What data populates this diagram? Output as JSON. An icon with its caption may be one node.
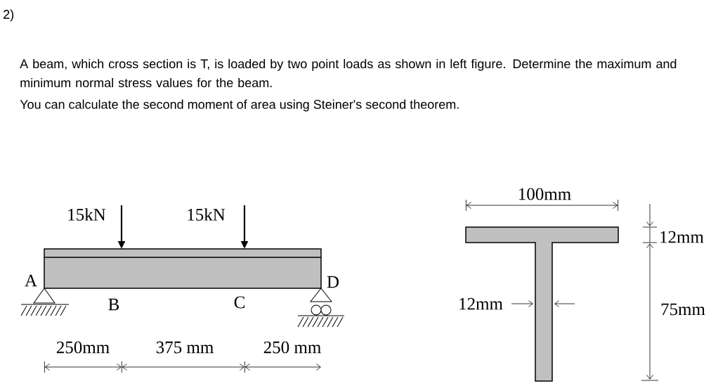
{
  "diagram": {
    "labels": [
      "2)",
      "A beam, which cross section is T, is loaded by two point loads as shown in left figure. Determine the maximum and minimum normal stress values for the beam.",
      "You can calculate the second moment of area using Steiner's second theorem.",
      "100mm",
      "15kN",
      "15kN",
      "12mm",
      "A",
      "D",
      "B",
      "C",
      "12mm",
      "75mm",
      "250mm",
      "375 mm",
      "250 mm"
    ]
  }
}
